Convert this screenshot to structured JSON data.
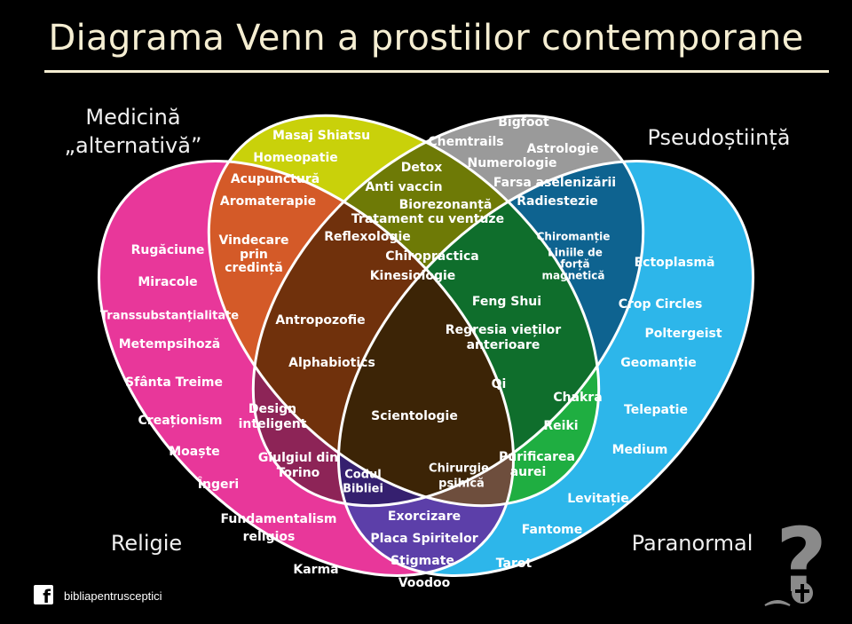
{
  "title": "Diagrama Venn a prostiilor contemporane",
  "sets": {
    "alternative_medicine": {
      "label_line1": "Medicină",
      "label_line2": "„alternativă”",
      "color": "#c9d10a"
    },
    "pseudoscience": {
      "label": "Pseudoștiință",
      "color": "#9a9a9a"
    },
    "religion": {
      "label": "Religie",
      "color": "#e8379a"
    },
    "paranormal": {
      "label": "Paranormal",
      "color": "#2db6ea"
    }
  },
  "regions": {
    "alt_medicine_only": [
      "Masaj Shiatsu",
      "Homeopatie",
      "Acupunctură",
      "Aromaterapie"
    ],
    "pseudoscience_only": [
      "Bigfoot",
      "Chemtrails",
      "Astrologie",
      "Numerologie",
      "Farsa aselenizării",
      "Radiestezie"
    ],
    "alt_medicine_pseudoscience": [
      "Detox",
      "Anti vaccin",
      "Biorezonanță",
      "Tratament cu ventuze",
      "Reflexologie",
      "Chiropractica",
      "Kinesiologie"
    ],
    "religion_alt_medicine": [
      "Vindecare",
      "prin",
      "credință"
    ],
    "pseudoscience_paranormal": [
      "Chiromanție",
      "Liniile de",
      "forță",
      "magnetică"
    ],
    "religion_alt_medicine_pseudoscience": [
      "Antropozofie",
      "Alphabiotics"
    ],
    "alt_medicine_pseudoscience_paranormal": [
      "Feng Shui",
      "Regresia vieților",
      "anterioare",
      "Qi"
    ],
    "religion_only": [
      "Rugăciune",
      "Miracole",
      "Transsubstanțialitate",
      "Metempsihoză",
      "Sfânta Treime",
      "Creaționism",
      "Moaște",
      "Îngeri",
      "Fundamentalism",
      "religios",
      "Karma"
    ],
    "paranormal_only": [
      "Ectoplasmă",
      "Crop Circles",
      "Poltergeist",
      "Geomanție",
      "Telepatie",
      "Medium",
      "Levitație",
      "Fantome",
      "Tarot"
    ],
    "religion_pseudoscience": [
      "Design",
      "inteligent",
      "Giulgiul din",
      "Torino"
    ],
    "alt_medicine_paranormal": [
      "Chakra",
      "Reiki",
      "Purificarea",
      "aurei"
    ],
    "all_four": [
      "Scientologie"
    ],
    "religion_pseudoscience_paranormal": [
      "Codul",
      "Bibliei"
    ],
    "religion_alt_medicine_paranormal": [
      "Chirurgie",
      "psihică"
    ],
    "religion_paranormal": [
      "Exorcizare",
      "Placa Spiritelor",
      "Stigmate",
      "Voodoo"
    ]
  },
  "region_colors": {
    "alt_med_pseudo": "#6e7a06",
    "relig_altmed": "#d45a28",
    "pseudo_paranormal": "#0e6390",
    "triple_rap": "#70310c",
    "triple_app": "#0f6e2c",
    "relig_pseudo": "#8d2457",
    "altmed_paranormal": "#1fae41",
    "all_four": "#3c2406",
    "relig_pseudo_para": "#35206f",
    "relig_altmed_para": "#6e4e3d",
    "relig_paranormal": "#5c3fa9"
  },
  "footer": {
    "facebook_letter": "f",
    "page_name": "bibliapentrusceptici",
    "logo_symbol": "?"
  }
}
